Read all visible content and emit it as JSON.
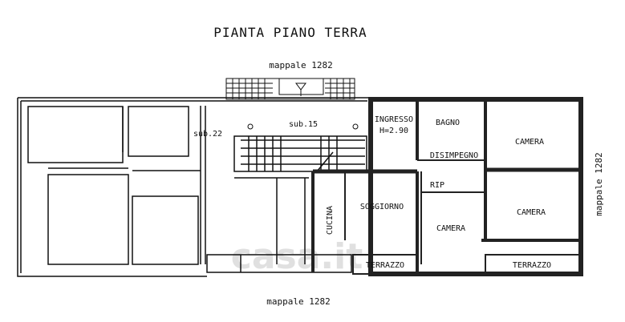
{
  "title": "PIANTA PIANO TERRA",
  "mappale_top": "mappale  1282",
  "mappale_bottom": "mappale  1282",
  "mappale_right": "mappale  1282",
  "rooms": {
    "sub22": "sub.22",
    "sub15": "sub.15",
    "ingresso": "INGRESSO",
    "ingresso_h": "H=2.90",
    "bagno": "BAGNO",
    "disimpegno": "DISIMPEGNO",
    "camera_top": "CAMERA",
    "rip": "RIP",
    "soggiorno": "SOGGIORNO",
    "cucina": "CUCINA",
    "camera_mid": "CAMERA",
    "camera_right": "CAMERA",
    "terrazzo_left": "TERRAZZO",
    "terrazzo_right": "TERRAZZO"
  },
  "watermark": "casa.it",
  "colors": {
    "line": "#111111",
    "wall": "#222222",
    "watermark": "#d9d9d9"
  }
}
